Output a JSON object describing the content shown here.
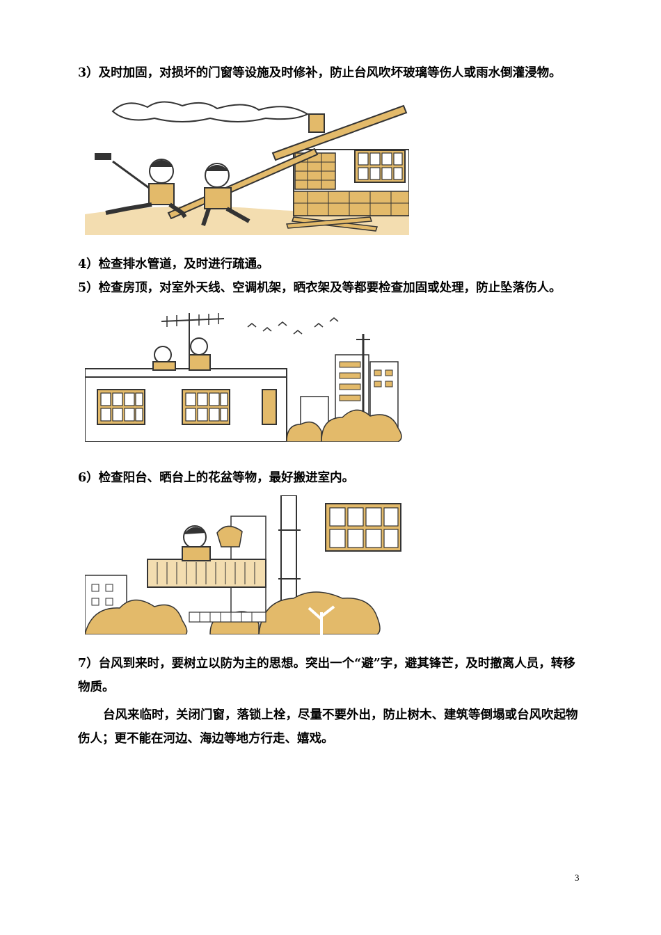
{
  "items": [
    {
      "text": "3）及时加固，对损坏的门窗等设施及时修补，防止台风吹坏玻璃等伤人或雨水倒灌浸物。"
    },
    {
      "text": "4）检查排水管道，及时进行疏通。"
    },
    {
      "text": "5）检查房顶，对室外天线、空调机架，晒衣架及等都要检查加固或处理，防止坠落伤人。"
    },
    {
      "text": "6）检查阳台、晒台上的花盆等物，最好搬进室内。"
    },
    {
      "text": "7）台风到来时，要树立以防为主的思想。突出一个“避”字，避其锋芒，及时撤离人员，转移物质。"
    },
    {
      "text": "台风来临时，关闭门窗，落锁上栓，尽量不要外出，防止树木、建筑等倒塌或台风吹起物伤人；更不能在河边、海边等地方行走、嬉戏。"
    }
  ],
  "page_number": "3",
  "colors": {
    "ink": "#333333",
    "ochre": "#e3ba6a",
    "ochre_light": "#f3ddb0"
  }
}
